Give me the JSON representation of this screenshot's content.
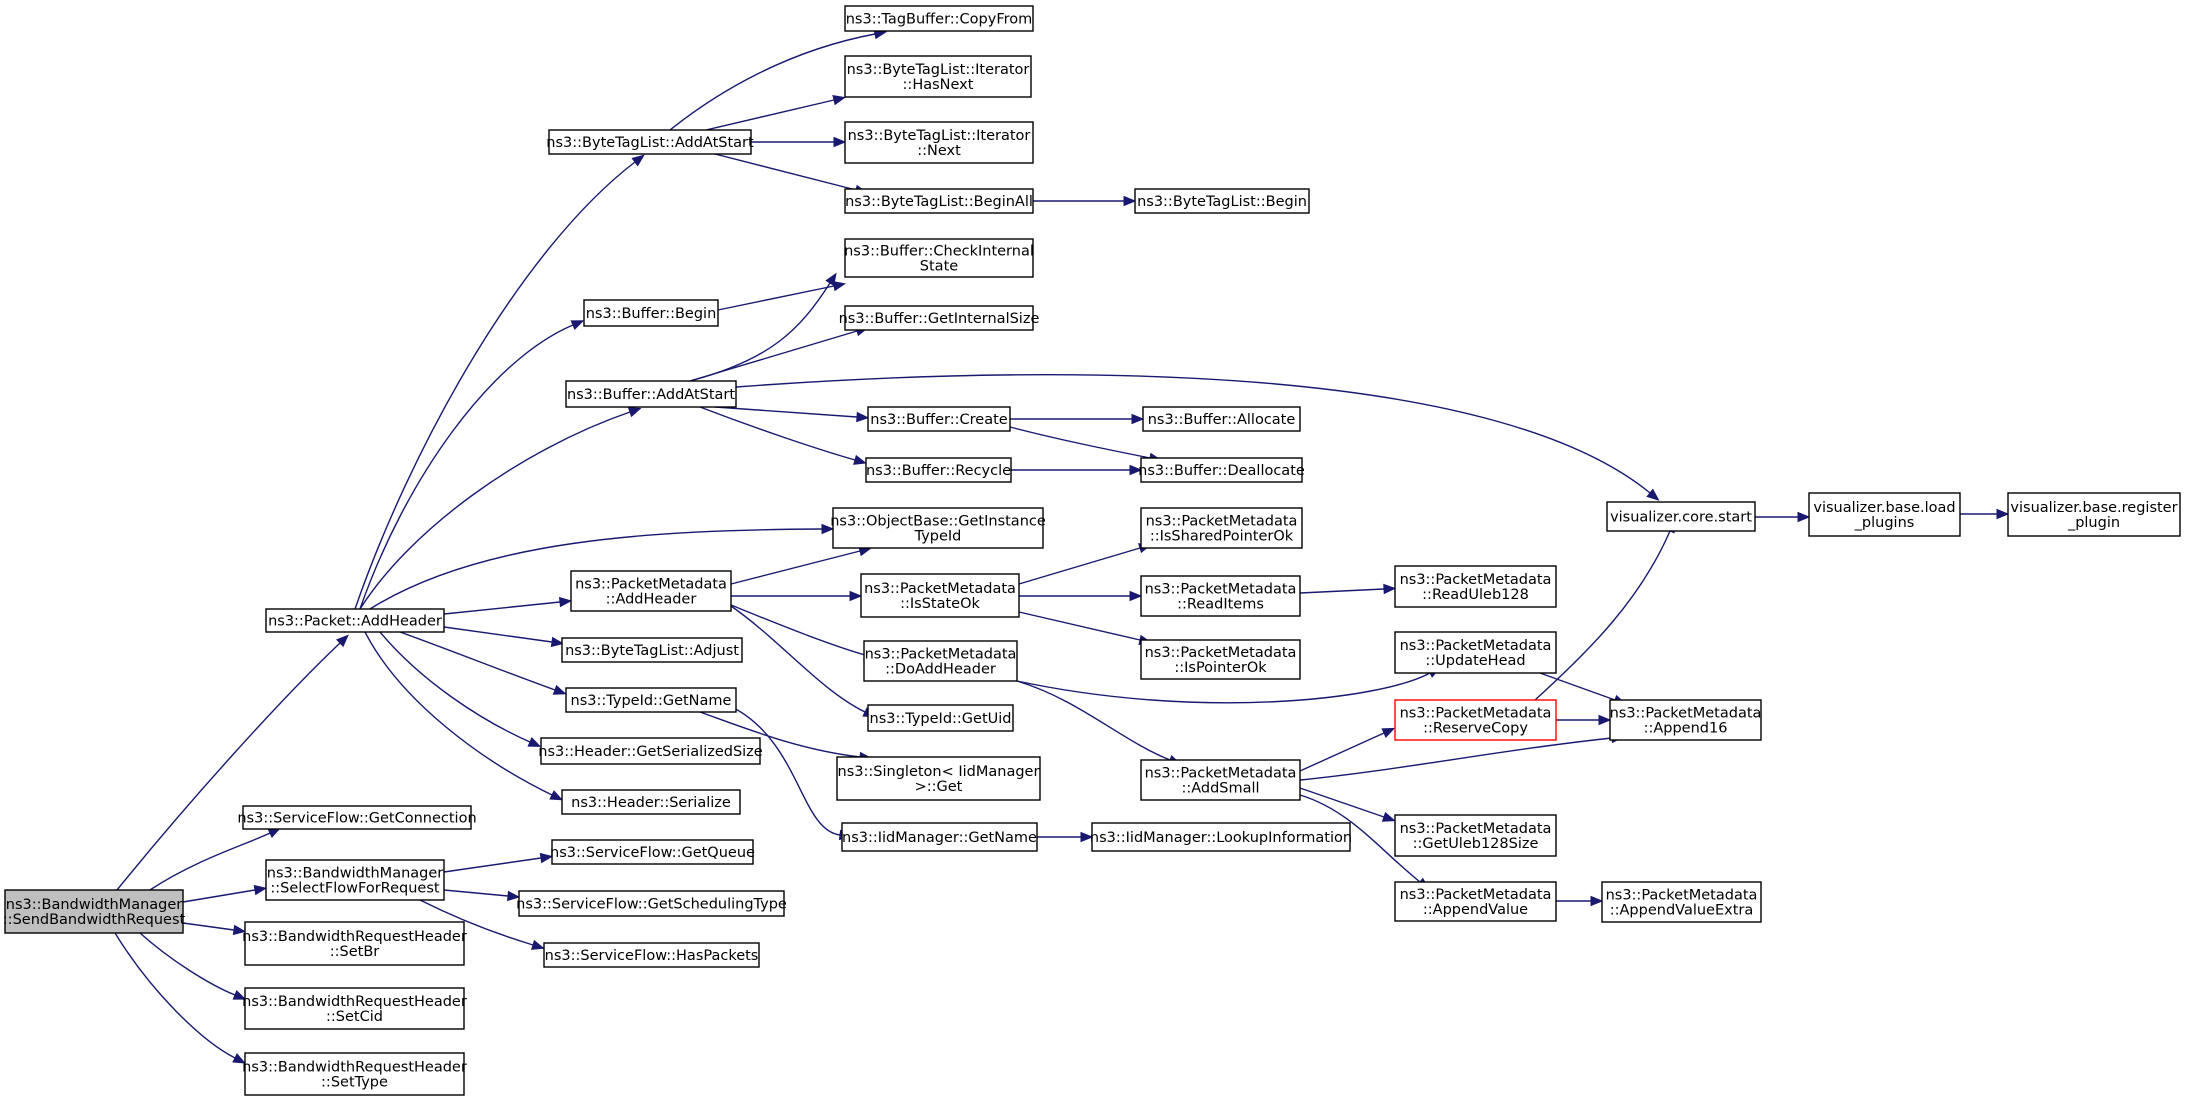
{
  "graph": {
    "nodes": [
      {
        "id": "root",
        "lines": [
          "ns3::BandwidthManager",
          "::SendBandwidthRequest"
        ],
        "root": true
      },
      {
        "id": "n1",
        "lines": [
          "ns3::Packet::AddHeader"
        ]
      },
      {
        "id": "n2",
        "lines": [
          "ns3::ServiceFlow::GetConnection"
        ]
      },
      {
        "id": "n3",
        "lines": [
          "ns3::BandwidthManager",
          "::SelectFlowForRequest"
        ]
      },
      {
        "id": "n4",
        "lines": [
          "ns3::BandwidthRequestHeader",
          "::SetBr"
        ]
      },
      {
        "id": "n5",
        "lines": [
          "ns3::BandwidthRequestHeader",
          "::SetCid"
        ]
      },
      {
        "id": "n6",
        "lines": [
          "ns3::BandwidthRequestHeader",
          "::SetType"
        ]
      },
      {
        "id": "n7",
        "lines": [
          "ns3::ByteTagList::AddAtStart"
        ]
      },
      {
        "id": "n8",
        "lines": [
          "ns3::Buffer::Begin"
        ]
      },
      {
        "id": "n9",
        "lines": [
          "ns3::Buffer::AddAtStart"
        ]
      },
      {
        "id": "n10",
        "lines": [
          "ns3::PacketMetadata",
          "::AddHeader"
        ]
      },
      {
        "id": "n11",
        "lines": [
          "ns3::ByteTagList::Adjust"
        ]
      },
      {
        "id": "n12",
        "lines": [
          "ns3::TypeId::GetName"
        ]
      },
      {
        "id": "n13",
        "lines": [
          "ns3::Header::GetSerializedSize"
        ]
      },
      {
        "id": "n14",
        "lines": [
          "ns3::Header::Serialize"
        ]
      },
      {
        "id": "n15",
        "lines": [
          "ns3::ServiceFlow::GetQueue"
        ]
      },
      {
        "id": "n16",
        "lines": [
          "ns3::ServiceFlow::GetSchedulingType"
        ]
      },
      {
        "id": "n17",
        "lines": [
          "ns3::ServiceFlow::HasPackets"
        ]
      },
      {
        "id": "n18",
        "lines": [
          "ns3::TagBuffer::CopyFrom"
        ]
      },
      {
        "id": "n19",
        "lines": [
          "ns3::ByteTagList::Iterator",
          "::HasNext"
        ]
      },
      {
        "id": "n20",
        "lines": [
          "ns3::ByteTagList::Iterator",
          "::Next"
        ]
      },
      {
        "id": "n21",
        "lines": [
          "ns3::ByteTagList::BeginAll"
        ]
      },
      {
        "id": "n22",
        "lines": [
          "ns3::ByteTagList::Begin"
        ]
      },
      {
        "id": "n23",
        "lines": [
          "ns3::Buffer::CheckInternal",
          "State"
        ]
      },
      {
        "id": "n24",
        "lines": [
          "ns3::Buffer::GetInternalSize"
        ]
      },
      {
        "id": "n25",
        "lines": [
          "ns3::Buffer::Create"
        ]
      },
      {
        "id": "n26",
        "lines": [
          "ns3::Buffer::Recycle"
        ]
      },
      {
        "id": "n27",
        "lines": [
          "ns3::Buffer::Allocate"
        ]
      },
      {
        "id": "n28",
        "lines": [
          "ns3::Buffer::Deallocate"
        ]
      },
      {
        "id": "n29",
        "lines": [
          "visualizer.core.start"
        ]
      },
      {
        "id": "n30",
        "lines": [
          "visualizer.base.load",
          "_plugins"
        ]
      },
      {
        "id": "n31",
        "lines": [
          "visualizer.base.register",
          "_plugin"
        ]
      },
      {
        "id": "n32",
        "lines": [
          "ns3::ObjectBase::GetInstance",
          "TypeId"
        ]
      },
      {
        "id": "n33",
        "lines": [
          "ns3::PacketMetadata",
          "::IsStateOk"
        ]
      },
      {
        "id": "n34",
        "lines": [
          "ns3::PacketMetadata",
          "::DoAddHeader"
        ]
      },
      {
        "id": "n35",
        "lines": [
          "ns3::TypeId::GetUid"
        ]
      },
      {
        "id": "n36",
        "lines": [
          "ns3::PacketMetadata",
          "::IsSharedPointerOk"
        ]
      },
      {
        "id": "n37",
        "lines": [
          "ns3::PacketMetadata",
          "::ReadItems"
        ]
      },
      {
        "id": "n38",
        "lines": [
          "ns3::PacketMetadata",
          "::IsPointerOk"
        ]
      },
      {
        "id": "n39",
        "lines": [
          "ns3::PacketMetadata",
          "::ReadUleb128"
        ]
      },
      {
        "id": "n40",
        "lines": [
          "ns3::PacketMetadata",
          "::UpdateHead"
        ]
      },
      {
        "id": "n41",
        "lines": [
          "ns3::PacketMetadata",
          "::AddSmall"
        ]
      },
      {
        "id": "n42",
        "lines": [
          "ns3::PacketMetadata",
          "::ReserveCopy"
        ],
        "highlight": true
      },
      {
        "id": "n43",
        "lines": [
          "ns3::PacketMetadata",
          "::Append16"
        ]
      },
      {
        "id": "n44",
        "lines": [
          "ns3::PacketMetadata",
          "::GetUleb128Size"
        ]
      },
      {
        "id": "n45",
        "lines": [
          "ns3::PacketMetadata",
          "::AppendValue"
        ]
      },
      {
        "id": "n46",
        "lines": [
          "ns3::PacketMetadata",
          "::AppendValueExtra"
        ]
      },
      {
        "id": "n47",
        "lines": [
          "ns3::Singleton< IidManager",
          " >::Get"
        ]
      },
      {
        "id": "n48",
        "lines": [
          "ns3::IidManager::GetName"
        ]
      },
      {
        "id": "n49",
        "lines": [
          "ns3::IidManager::LookupInformation"
        ]
      }
    ],
    "edges": [
      [
        "root",
        "n1"
      ],
      [
        "root",
        "n2"
      ],
      [
        "root",
        "n3"
      ],
      [
        "root",
        "n4"
      ],
      [
        "root",
        "n5"
      ],
      [
        "root",
        "n6"
      ],
      [
        "n1",
        "n7"
      ],
      [
        "n1",
        "n8"
      ],
      [
        "n1",
        "n9"
      ],
      [
        "n1",
        "n32"
      ],
      [
        "n1",
        "n10"
      ],
      [
        "n1",
        "n11"
      ],
      [
        "n1",
        "n12"
      ],
      [
        "n1",
        "n13"
      ],
      [
        "n1",
        "n14"
      ],
      [
        "n3",
        "n15"
      ],
      [
        "n3",
        "n16"
      ],
      [
        "n3",
        "n17"
      ],
      [
        "n7",
        "n18"
      ],
      [
        "n7",
        "n19"
      ],
      [
        "n7",
        "n20"
      ],
      [
        "n7",
        "n21"
      ],
      [
        "n21",
        "n22"
      ],
      [
        "n8",
        "n23"
      ],
      [
        "n9",
        "n23"
      ],
      [
        "n9",
        "n24"
      ],
      [
        "n9",
        "n29"
      ],
      [
        "n9",
        "n25"
      ],
      [
        "n9",
        "n26"
      ],
      [
        "n25",
        "n27"
      ],
      [
        "n25",
        "n28"
      ],
      [
        "n26",
        "n28"
      ],
      [
        "n29",
        "n30"
      ],
      [
        "n30",
        "n31"
      ],
      [
        "n10",
        "n32"
      ],
      [
        "n10",
        "n33"
      ],
      [
        "n10",
        "n34"
      ],
      [
        "n10",
        "n35"
      ],
      [
        "n33",
        "n36"
      ],
      [
        "n33",
        "n37"
      ],
      [
        "n33",
        "n38"
      ],
      [
        "n37",
        "n39"
      ],
      [
        "n34",
        "n40"
      ],
      [
        "n34",
        "n41"
      ],
      [
        "n40",
        "n43"
      ],
      [
        "n41",
        "n42"
      ],
      [
        "n41",
        "n43"
      ],
      [
        "n41",
        "n44"
      ],
      [
        "n41",
        "n45"
      ],
      [
        "n42",
        "n29"
      ],
      [
        "n42",
        "n43"
      ],
      [
        "n45",
        "n46"
      ],
      [
        "n12",
        "n47"
      ],
      [
        "n12",
        "n48"
      ],
      [
        "n48",
        "n49"
      ]
    ]
  }
}
